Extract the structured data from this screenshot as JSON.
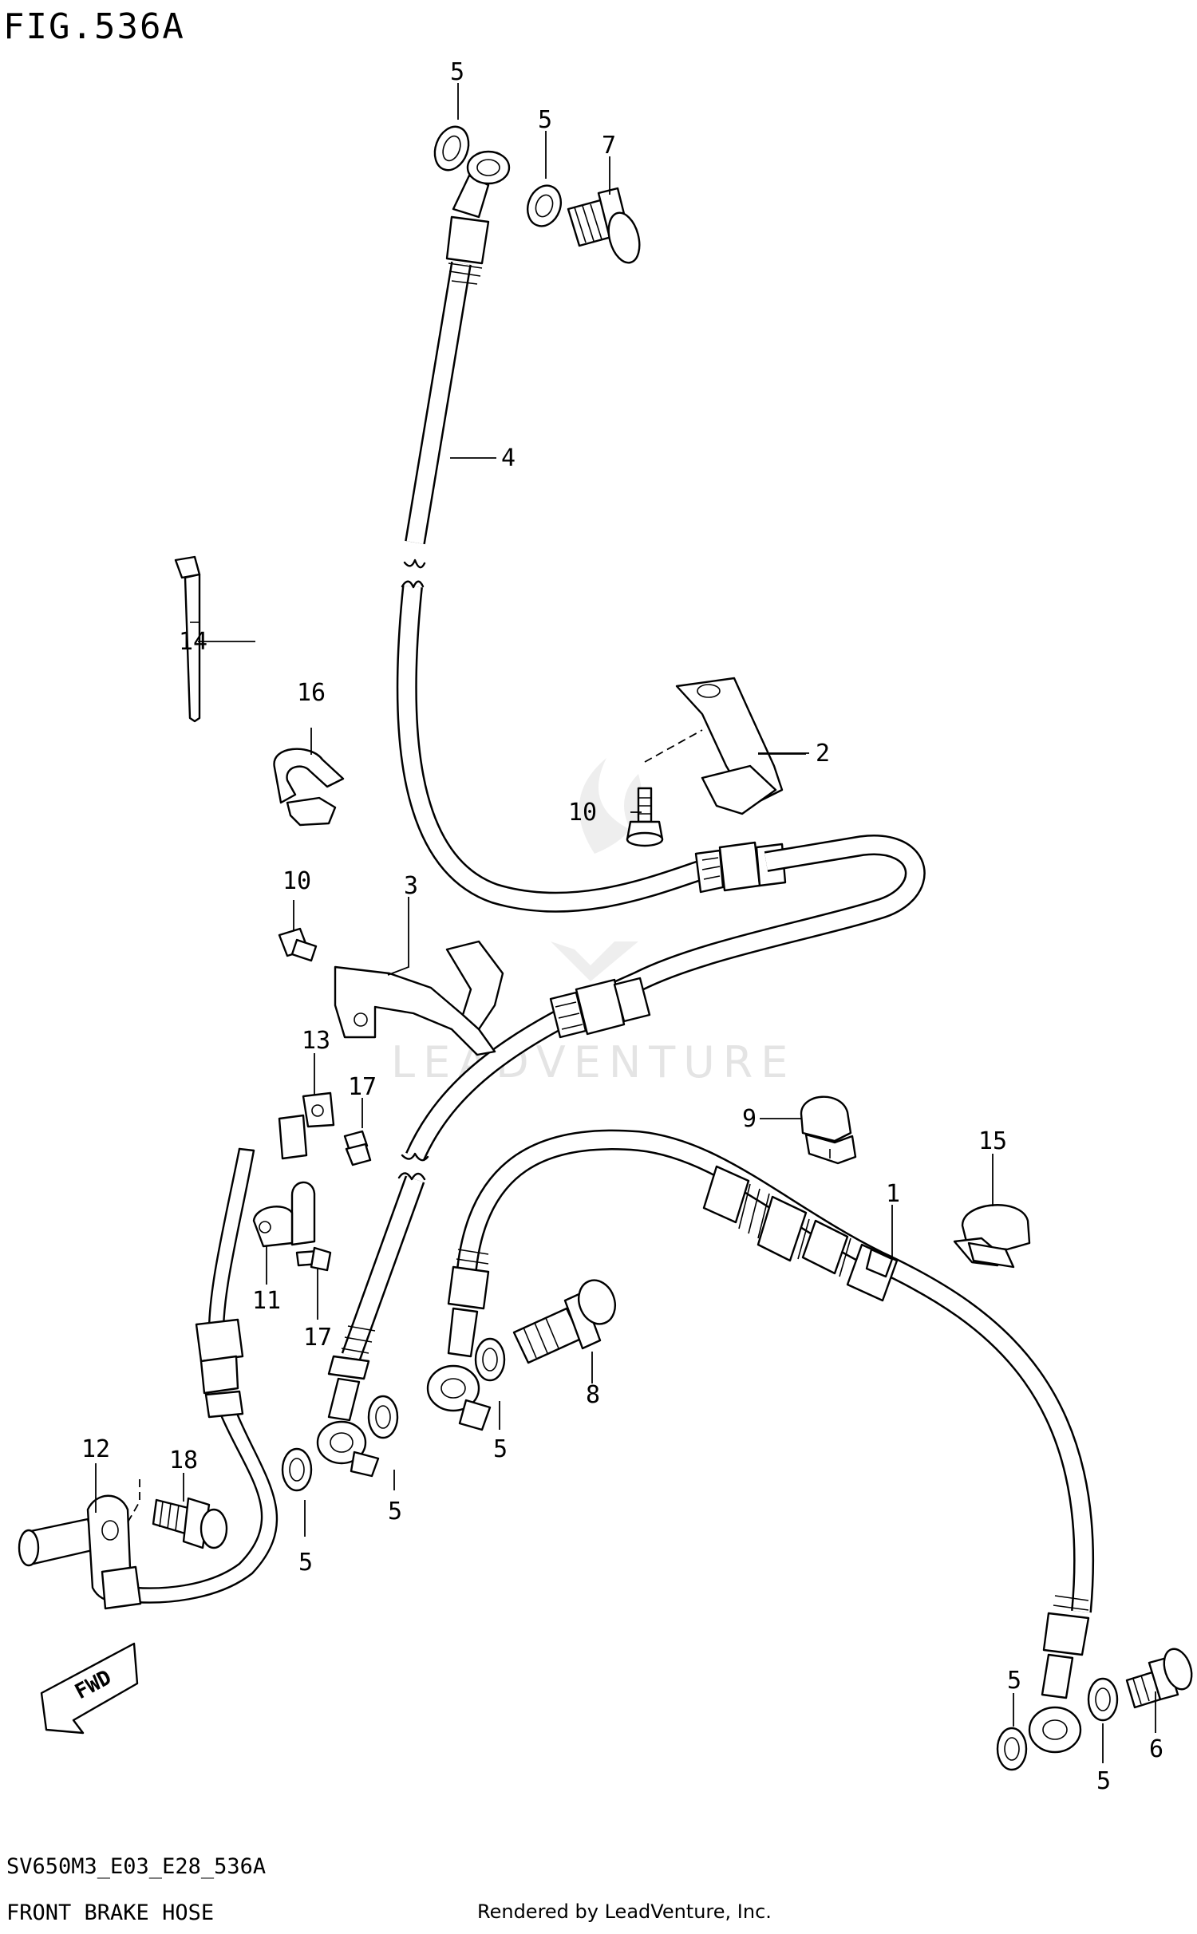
{
  "figure": {
    "title": "FIG.536A"
  },
  "watermark": {
    "text": "LEADVENTURE"
  },
  "footer": {
    "code": "SV650M3_E03_E28_536A",
    "name": "FRONT BRAKE HOSE",
    "credit": "Rendered by LeadVenture, Inc."
  },
  "direction_arrow": {
    "label": "FWD"
  },
  "callouts": {
    "c1": "1",
    "c2": "2",
    "c3": "3",
    "c4": "4",
    "c5a": "5",
    "c5b": "5",
    "c5c": "5",
    "c5d": "5",
    "c5e": "5",
    "c5f": "5",
    "c5g": "5",
    "c6": "6",
    "c7": "7",
    "c8": "8",
    "c9": "9",
    "c10a": "10",
    "c10b": "10",
    "c11": "11",
    "c12": "12",
    "c13": "13",
    "c14": "14",
    "c15": "15",
    "c16": "16",
    "c17a": "17",
    "c17b": "17",
    "c18": "18"
  },
  "colors": {
    "line": "#000000",
    "background": "#ffffff",
    "watermark": "#e4e4e4"
  }
}
